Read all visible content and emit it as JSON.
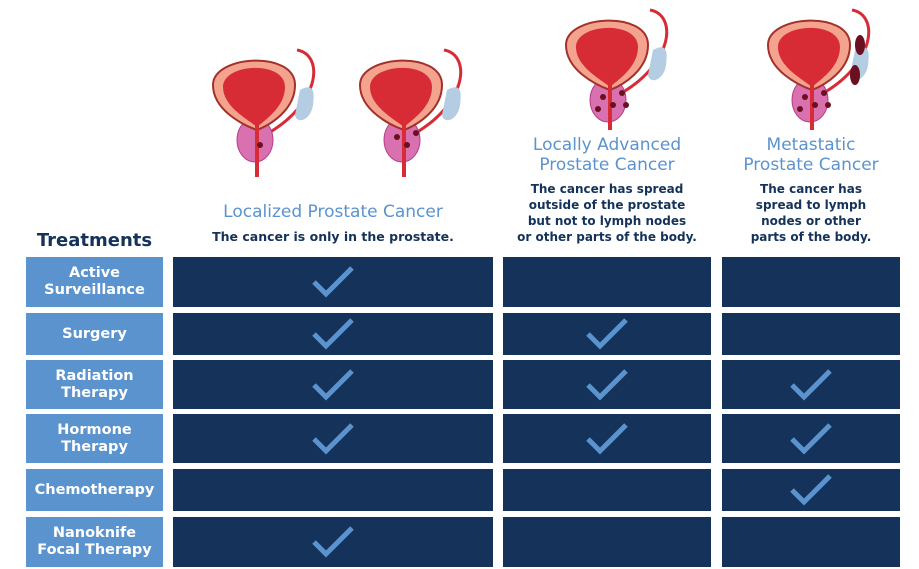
{
  "treatments_header": "Treatments",
  "columns": [
    {
      "title": "Localized Prostate Cancer",
      "description": "The cancer is only in the prostate."
    },
    {
      "title": "Locally Advanced\nProstate Cancer",
      "description": "The cancer has spread\noutside of the prostate\nbut not to lymph nodes\nor other parts of the body."
    },
    {
      "title": "Metastatic\nProstate Cancer",
      "description": "The cancer has\nspread to lymph\nnodes or other\nparts of the body."
    }
  ],
  "rows": [
    {
      "label": "Active\nSurveillance",
      "checks": [
        true,
        false,
        false
      ]
    },
    {
      "label": "Surgery",
      "checks": [
        true,
        true,
        false
      ]
    },
    {
      "label": "Radiation\nTherapy",
      "checks": [
        true,
        true,
        true
      ]
    },
    {
      "label": "Hormone\nTherapy",
      "checks": [
        true,
        true,
        true
      ]
    },
    {
      "label": "Chemotherapy",
      "checks": [
        false,
        false,
        true
      ]
    },
    {
      "label": "Nanoknife\nFocal Therapy",
      "checks": [
        true,
        false,
        false
      ]
    }
  ],
  "colors": {
    "label_bg": "#5b93cf",
    "cell_bg": "#14325a",
    "check": "#5b93cf",
    "heading": "#5b93cf",
    "text": "#14325a"
  }
}
